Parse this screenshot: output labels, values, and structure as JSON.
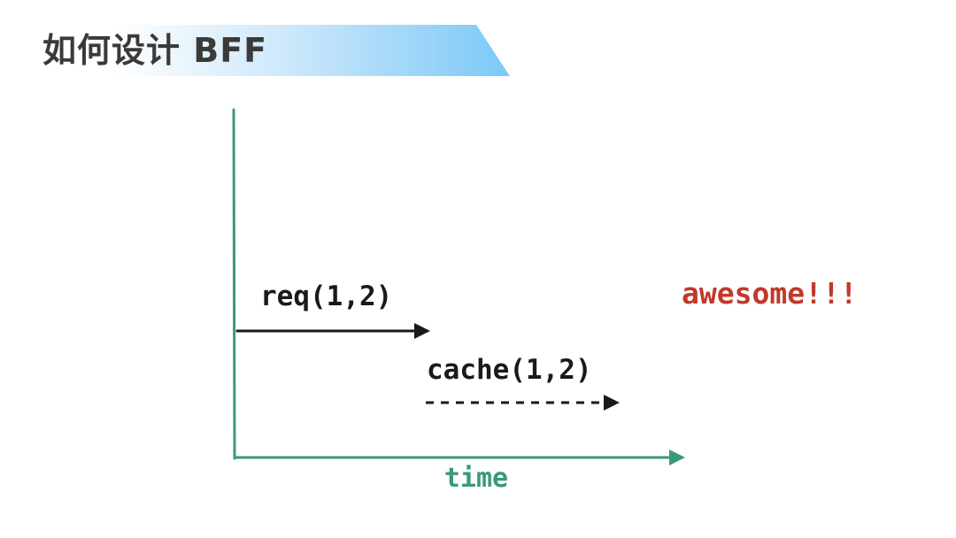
{
  "header": {
    "title": "如何设计 BFF"
  },
  "diagram": {
    "req_label": "req(1,2)",
    "cache_label": "cache(1,2)",
    "axis_label": "time",
    "result_label": "awesome!!!"
  },
  "colors": {
    "axis": "#3a9a78",
    "req_arrow": "#1a1a1a",
    "cache_arrow": "#1a1a1a",
    "result": "#c0392b",
    "banner_accent": "#7cc8f7"
  }
}
